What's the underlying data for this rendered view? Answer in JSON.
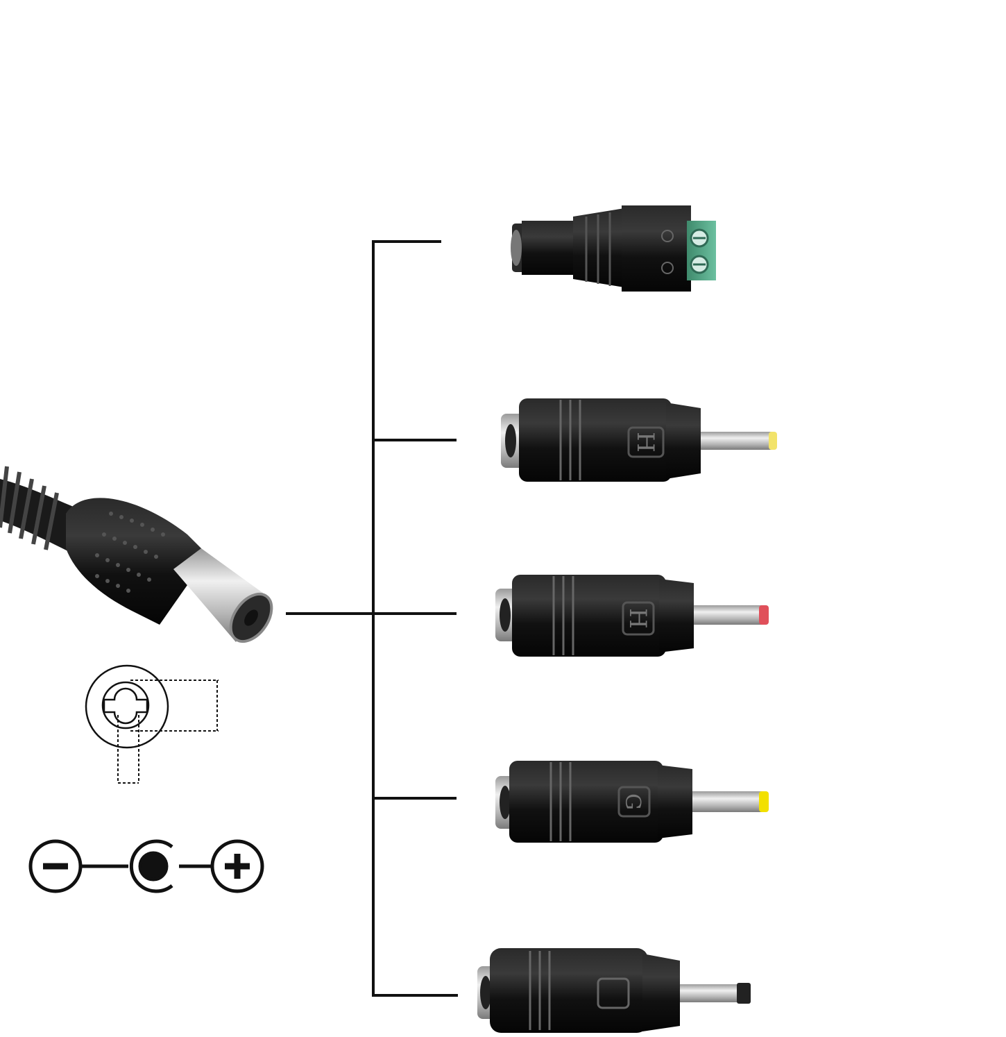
{
  "adapters": [
    {
      "id": "terminal-block",
      "marker": "",
      "tip_color": ""
    },
    {
      "id": "tip-1",
      "marker": "H",
      "tip_color": "#f2e36a"
    },
    {
      "id": "tip-2",
      "marker": "H",
      "tip_color": "#e0505a"
    },
    {
      "id": "tip-3",
      "marker": "G",
      "tip_color": "#f2e000"
    },
    {
      "id": "tip-4",
      "marker": "",
      "tip_color": "#222222"
    }
  ],
  "polarity": {
    "left": "−",
    "right": "+"
  },
  "colors": {
    "line": "#111111",
    "body": "#1a1a1a",
    "terminal": "#4a9a7e",
    "metal": "#c8c8c8"
  }
}
